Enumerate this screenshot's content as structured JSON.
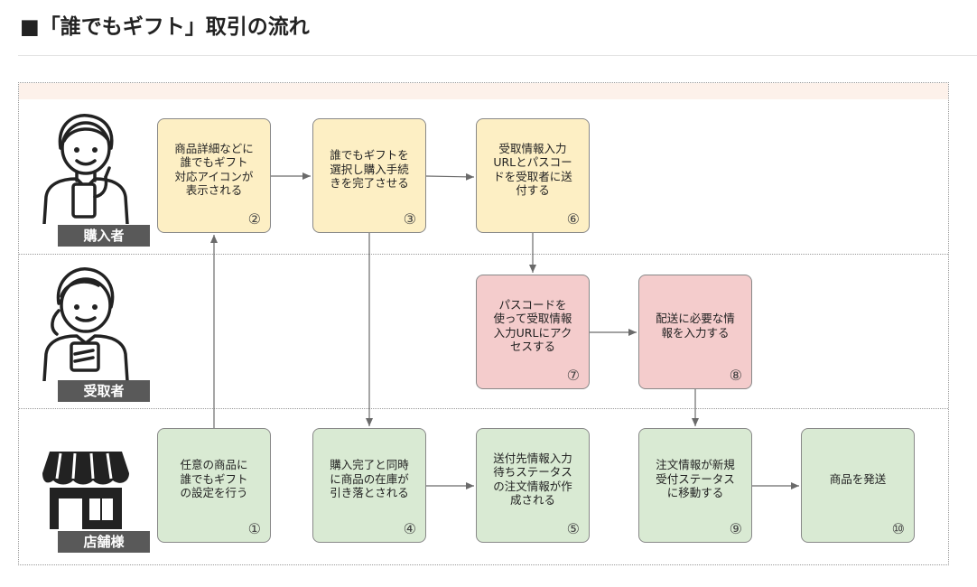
{
  "page": {
    "title": "■「誰でもギフト」取引の流れ"
  },
  "lanes": [
    {
      "label": "購入者",
      "icon": "buyer-icon"
    },
    {
      "label": "受取者",
      "icon": "receiver-icon"
    },
    {
      "label": "店舗様",
      "icon": "store-icon"
    }
  ],
  "colors": {
    "buyer_node": "#fdefc4",
    "receiver_node": "#f4cccc",
    "store_node": "#d9ead3",
    "lane_label_bg": "#595959",
    "arrow": "#6a6a6a"
  },
  "steps": [
    {
      "num": "①",
      "text": "任意の商品に\n誰でもギフト\nの設定を行う",
      "lane": "店舗様"
    },
    {
      "num": "②",
      "text": "商品詳細などに\n誰でもギフト\n対応アイコンが\n表示される",
      "lane": "購入者"
    },
    {
      "num": "③",
      "text": "誰でもギフトを\n選択し購入手続\nきを完了させる",
      "lane": "購入者"
    },
    {
      "num": "④",
      "text": "購入完了と同時\nに商品の在庫が\n引き落とされる",
      "lane": "店舗様"
    },
    {
      "num": "⑤",
      "text": "送付先情報入力\n待ちステータス\nの注文情報が作\n成される",
      "lane": "店舗様"
    },
    {
      "num": "⑥",
      "text": "受取情報入力\nURLとパスコー\nドを受取者に送\n付する",
      "lane": "購入者"
    },
    {
      "num": "⑦",
      "text": "パスコードを\n使って受取情報\n入力URLにアク\nセスする",
      "lane": "受取者"
    },
    {
      "num": "⑧",
      "text": "配送に必要な情\n報を入力する",
      "lane": "受取者"
    },
    {
      "num": "⑨",
      "text": "注文情報が新規\n受付ステータス\nに移動する",
      "lane": "店舗様"
    },
    {
      "num": "⑩",
      "text": "商品を発送",
      "lane": "店舗様"
    }
  ]
}
